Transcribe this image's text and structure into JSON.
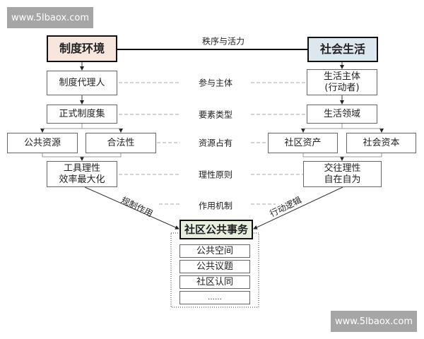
{
  "watermark": "www.5lbaox.com",
  "top_link": "秩序与活力",
  "left": {
    "title": "制度环境",
    "agent": "制度代理人",
    "set": "正式制度集",
    "res1": "公共资源",
    "res2": "合法性",
    "rat1": "工具理性",
    "rat2": "效率最大化"
  },
  "right": {
    "title": "社会生活",
    "agent1": "生活主体",
    "agent2": "(行动者)",
    "domain": "生活领域",
    "res1": "社区资产",
    "res2": "社会资本",
    "rat1": "交往理性",
    "rat2": "自在自为"
  },
  "middle": {
    "m1": "参与主体",
    "m2": "要素类型",
    "m3": "资源占有",
    "m4": "理性原则",
    "m5": "作用机制"
  },
  "arrows": {
    "left": "规制作用",
    "right": "行动逻辑"
  },
  "center": {
    "title": "社区公共事务",
    "items": [
      "公共空间",
      "公共议题",
      "社区认同",
      "……"
    ]
  },
  "colors": {
    "left_fill": "#f6e6dd",
    "right_fill": "#dde7ee",
    "center_fill": "#e9efdf"
  }
}
